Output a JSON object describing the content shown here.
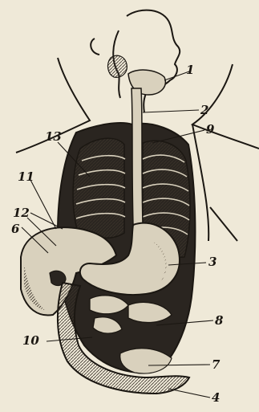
{
  "figure": {
    "labels": {
      "l1": "1",
      "l2": "2",
      "l3": "3",
      "l4": "4",
      "l6": "6",
      "l7": "7",
      "l8": "8",
      "l9": "9",
      "l10": "10",
      "l11": "11",
      "l12": "12",
      "l13": "13"
    },
    "colors": {
      "paper": "#efe9d8",
      "ink": "#1b1712",
      "dark_cavity": "#2a2520",
      "organ_light": "#d9d1bd"
    }
  }
}
